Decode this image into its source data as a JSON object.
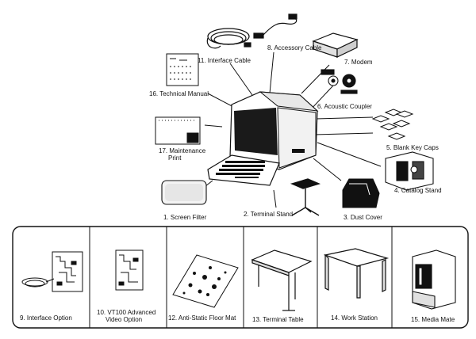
{
  "accessories": {
    "interface_cable": "11. Interface Cable",
    "accessory_cable": "8. Accessory Cable",
    "modem": "7. Modem",
    "technical_manual": "16. Technical Manual",
    "acoustic_coupler": "6. Acoustic Coupler",
    "maintenance_print_1": "17. Maintenance",
    "maintenance_print_2": "Print",
    "blank_key_caps": "5. Blank Key Caps",
    "catalog_stand": "4. Catalog Stand",
    "screen_filter": "1. Screen Filter",
    "terminal_stand": "2. Terminal Stand",
    "dust_cover": "3. Dust Cover"
  },
  "options": [
    {
      "label": "9. Interface Option"
    },
    {
      "label_1": "10. VT100 Advanced",
      "label_2": "Video Option"
    },
    {
      "label": "12. Anti-Static Floor Mat"
    },
    {
      "label": "13. Terminal Table"
    },
    {
      "label": "14. Work Station"
    },
    {
      "label": "15. Media Mate"
    }
  ],
  "colors": {
    "ink": "#111111",
    "paper": "#ffffff",
    "screen": "#1a1a1a"
  }
}
